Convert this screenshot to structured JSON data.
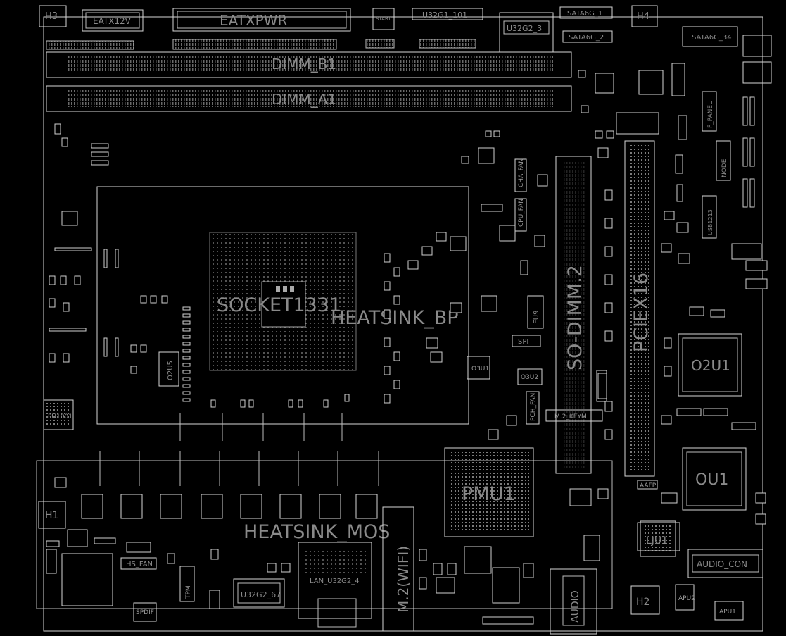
{
  "labels": {
    "h3": "H3",
    "h4": "H4",
    "h1": "H1",
    "h2": "H2",
    "eatx12v": "EATX12V",
    "eatxpwr": "EATXPWR",
    "start": "START",
    "u32g1_101": "U32G1_101",
    "u32g2_3": "U32G2_3",
    "sata6g_1": "SATA6G_1",
    "sata6g_2": "SATA6G_2",
    "sata6g_34": "SATA6G_34",
    "dimm_b1": "DIMM_B1",
    "dimm_a1": "DIMM_A1",
    "f_panel": "F_PANEL",
    "node": "NODE",
    "usb1213": "USB1213",
    "cha_fan": "CHA_FAN",
    "cpu_fan": "CPU_FAN",
    "socket": "SOCKET1331",
    "heatsink_bp": "HEATSINK_BP",
    "so_dimm2": "SO-DIMM.2",
    "pciex16": "PCIEX16",
    "o2u1": "O2U1",
    "ou1": "OU1",
    "o2u5": "O2U5",
    "o3u1": "O3U1",
    "o3u2": "O3U2",
    "fu9": "FU9",
    "spi": "SPI",
    "pch_fan": "PCH_FAN",
    "m2_keym": "M.2_KEYM",
    "pu1001": "PU1001",
    "pmu1": "PMU1",
    "heatsink_mos": "HEATSINK_MOS",
    "m2_wifi": "M.2(WIFI)",
    "lan_u32g2_4": "LAN_U32G2_4",
    "hs_fan": "HS_FAN",
    "u32g2_67": "U32G2_67",
    "spdif": "SPDIF",
    "audio": "AUDIO",
    "audio_con": "AUDIO_CON",
    "lju1": "LJU1",
    "apu2": "APU2",
    "apu1": "APU1",
    "aafp": "AAFP",
    "tpm": "TPM"
  },
  "colors": {
    "background": "#000000",
    "trace": "#d6d6d6",
    "label": "#8a8a8a"
  }
}
